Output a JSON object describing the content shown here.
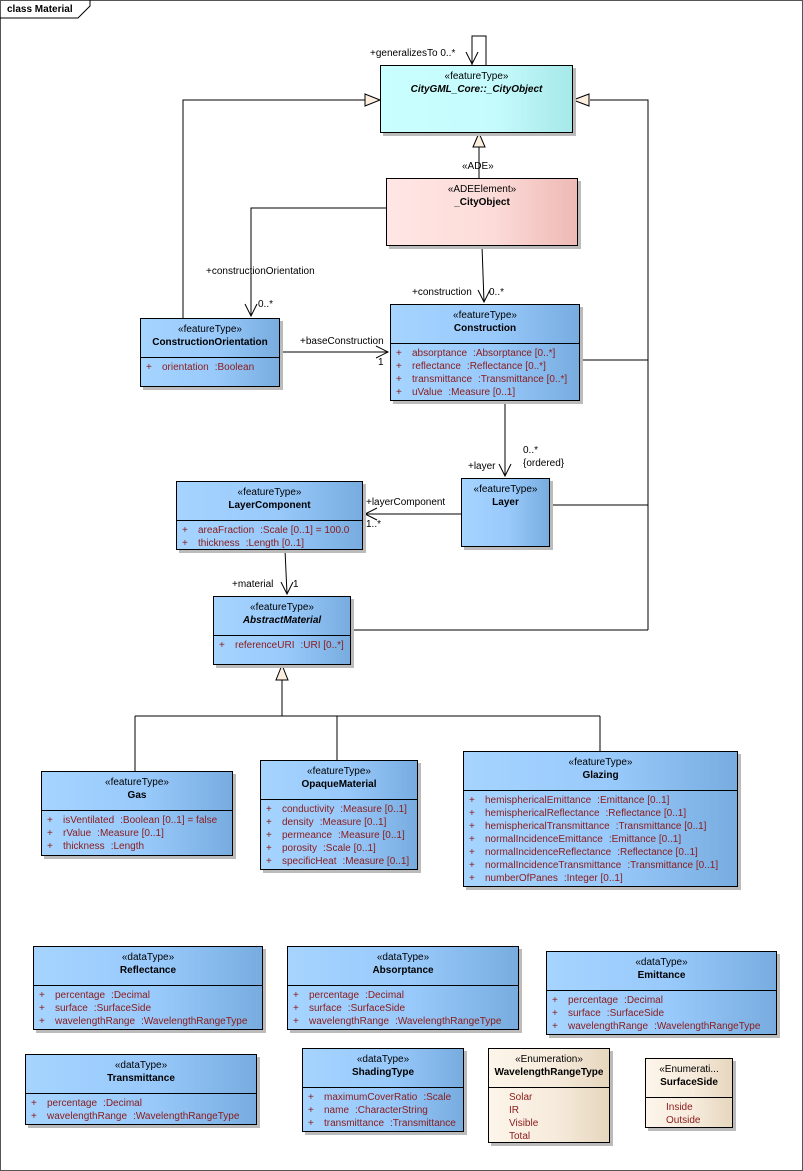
{
  "diagram": {
    "title": "class Material"
  },
  "colors": {
    "feature_type": "#98c9fb",
    "core_type": "#c6fbfd",
    "ade_element": "#fcdcd9",
    "enumeration": "#f6ebdc",
    "attribute_text": "#8b1a1a"
  },
  "classes": [
    {
      "id": "core",
      "kind": "core",
      "stereotype": "«featureType»",
      "name": "CityGML_Core::_CityObject",
      "italic": true,
      "attributes": []
    },
    {
      "id": "ade",
      "kind": "ade",
      "stereotype": "«ADEElement»",
      "name": "_CityObject",
      "attributes": []
    },
    {
      "id": "corient",
      "kind": "feature",
      "stereotype": "«featureType»",
      "name": "ConstructionOrientation",
      "attributes": [
        {
          "vis": "+",
          "name": "orientation",
          "type": ":Boolean"
        }
      ]
    },
    {
      "id": "construction",
      "kind": "feature",
      "stereotype": "«featureType»",
      "name": "Construction",
      "attributes": [
        {
          "vis": "+",
          "name": "absorptance",
          "type": ":Absorptance [0..*]"
        },
        {
          "vis": "+",
          "name": "reflectance",
          "type": ":Reflectance [0..*]"
        },
        {
          "vis": "+",
          "name": "transmittance",
          "type": ":Transmittance [0..*]"
        },
        {
          "vis": "+",
          "name": "uValue",
          "type": ":Measure [0..1]"
        }
      ]
    },
    {
      "id": "layercomp",
      "kind": "feature",
      "stereotype": "«featureType»",
      "name": "LayerComponent",
      "attributes": [
        {
          "vis": "+",
          "name": "areaFraction",
          "type": ":Scale [0..1] = 100.0"
        },
        {
          "vis": "+",
          "name": "thickness",
          "type": ":Length [0..1]"
        }
      ]
    },
    {
      "id": "layer",
      "kind": "feature",
      "stereotype": "«featureType»",
      "name": "Layer",
      "attributes": []
    },
    {
      "id": "absmat",
      "kind": "feature",
      "stereotype": "«featureType»",
      "name": "AbstractMaterial",
      "italic": true,
      "attributes": [
        {
          "vis": "+",
          "name": "referenceURI",
          "type": ":URI [0..*]"
        }
      ]
    },
    {
      "id": "gas",
      "kind": "feature",
      "stereotype": "«featureType»",
      "name": "Gas",
      "attributes": [
        {
          "vis": "+",
          "name": "isVentilated",
          "type": ":Boolean [0..1] = false"
        },
        {
          "vis": "+",
          "name": "rValue",
          "type": ":Measure [0..1]"
        },
        {
          "vis": "+",
          "name": "thickness",
          "type": ":Length"
        }
      ]
    },
    {
      "id": "opaque",
      "kind": "feature",
      "stereotype": "«featureType»",
      "name": "OpaqueMaterial",
      "attributes": [
        {
          "vis": "+",
          "name": "conductivity",
          "type": ":Measure [0..1]"
        },
        {
          "vis": "+",
          "name": "density",
          "type": ":Measure [0..1]"
        },
        {
          "vis": "+",
          "name": "permeance",
          "type": ":Measure [0..1]"
        },
        {
          "vis": "+",
          "name": "porosity",
          "type": ":Scale [0..1]"
        },
        {
          "vis": "+",
          "name": "specificHeat",
          "type": ":Measure [0..1]"
        }
      ]
    },
    {
      "id": "glazing",
      "kind": "feature",
      "stereotype": "«featureType»",
      "name": "Glazing",
      "attributes": [
        {
          "vis": "+",
          "name": "hemisphericalEmittance",
          "type": ":Emittance [0..1]"
        },
        {
          "vis": "+",
          "name": "hemisphericalReflectance",
          "type": ":Reflectance [0..1]"
        },
        {
          "vis": "+",
          "name": "hemisphericalTransmittance",
          "type": ":Transmittance [0..1]"
        },
        {
          "vis": "+",
          "name": "normalIncidenceEmittance",
          "type": ":Emittance [0..1]"
        },
        {
          "vis": "+",
          "name": "normalIncidenceReflectance",
          "type": ":Reflectance [0..1]"
        },
        {
          "vis": "+",
          "name": "normalIncidenceTransmittance",
          "type": ":Transmittance [0..1]"
        },
        {
          "vis": "+",
          "name": "numberOfPanes",
          "type": ":Integer [0..1]"
        }
      ]
    },
    {
      "id": "reflectance",
      "kind": "feature",
      "stereotype": "«dataType»",
      "name": "Reflectance",
      "attributes": [
        {
          "vis": "+",
          "name": "percentage",
          "type": ":Decimal"
        },
        {
          "vis": "+",
          "name": "surface",
          "type": ":SurfaceSide"
        },
        {
          "vis": "+",
          "name": "wavelengthRange",
          "type": ":WavelengthRangeType"
        }
      ]
    },
    {
      "id": "absorptance",
      "kind": "feature",
      "stereotype": "«dataType»",
      "name": "Absorptance",
      "attributes": [
        {
          "vis": "+",
          "name": "percentage",
          "type": ":Decimal"
        },
        {
          "vis": "+",
          "name": "surface",
          "type": ":SurfaceSide"
        },
        {
          "vis": "+",
          "name": "wavelengthRange",
          "type": ":WavelengthRangeType"
        }
      ]
    },
    {
      "id": "emittance",
      "kind": "feature",
      "stereotype": "«dataType»",
      "name": "Emittance",
      "attributes": [
        {
          "vis": "+",
          "name": "percentage",
          "type": ":Decimal"
        },
        {
          "vis": "+",
          "name": "surface",
          "type": ":SurfaceSide"
        },
        {
          "vis": "+",
          "name": "wavelengthRange",
          "type": ":WavelengthRangeType"
        }
      ]
    },
    {
      "id": "transmittance",
      "kind": "feature",
      "stereotype": "«dataType»",
      "name": "Transmittance",
      "attributes": [
        {
          "vis": "+",
          "name": "percentage",
          "type": ":Decimal"
        },
        {
          "vis": "+",
          "name": "wavelengthRange",
          "type": ":WavelengthRangeType"
        }
      ]
    },
    {
      "id": "shading",
      "kind": "feature",
      "stereotype": "«dataType»",
      "name": "ShadingType",
      "attributes": [
        {
          "vis": "+",
          "name": "maximumCoverRatio",
          "type": ":Scale"
        },
        {
          "vis": "+",
          "name": "name",
          "type": ":CharacterString"
        },
        {
          "vis": "+",
          "name": "transmittance",
          "type": ":Transmittance"
        }
      ]
    },
    {
      "id": "wavelength",
      "kind": "enum",
      "stereotype": "«Enumeration»",
      "name": "WavelengthRangeType",
      "attributes": [
        {
          "vis": "",
          "name": "Solar",
          "type": ""
        },
        {
          "vis": "",
          "name": "IR",
          "type": ""
        },
        {
          "vis": "",
          "name": "Visible",
          "type": ""
        },
        {
          "vis": "",
          "name": "Total",
          "type": ""
        }
      ]
    },
    {
      "id": "surfaceside",
      "kind": "enum",
      "stereotype": "«Enumerati...",
      "name": "SurfaceSide",
      "attributes": [
        {
          "vis": "",
          "name": "Inside",
          "type": ""
        },
        {
          "vis": "",
          "name": "Outside",
          "type": ""
        }
      ]
    }
  ],
  "labels": {
    "generalizes_to": "+generalizesTo 0..*",
    "ade": "«ADE»",
    "construction_orientation_role": "+constructionOrientation",
    "construction_orientation_mult": "0..*",
    "construction_role": "+construction",
    "construction_mult": "0..*",
    "base_construction_role": "+baseConstruction",
    "base_construction_mult": "1",
    "layer_mult": "0..*",
    "layer_ordered": "{ordered}",
    "layer_role": "+layer",
    "layer_component_role": "+layerComponent",
    "layer_component_mult": "1..*",
    "material_role": "+material",
    "material_mult": "1"
  }
}
